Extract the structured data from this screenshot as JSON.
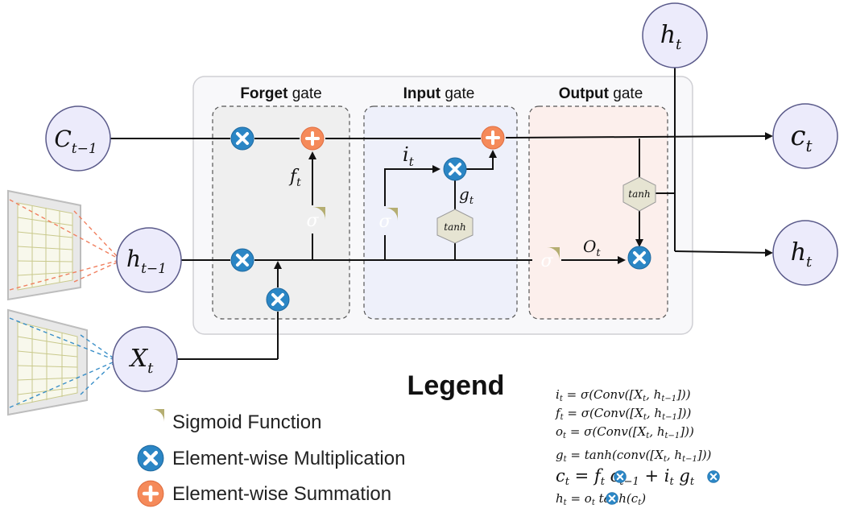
{
  "nodes": {
    "c_prev": "C",
    "c_prev_sub": "t−1",
    "h_prev": "h",
    "h_prev_sub": "t−1",
    "x_t": "X",
    "x_t_sub": "t",
    "c_t": "c",
    "c_t_sub": "t",
    "h_t_out": "h",
    "h_t_out_sub": "t",
    "h_t_top": "h",
    "h_t_top_sub": "t"
  },
  "gates": {
    "forget": {
      "bold": "Forget",
      "rest": " gate"
    },
    "input": {
      "bold": "Input",
      "rest": " gate"
    },
    "output": {
      "bold": "Output",
      "rest": " gate"
    }
  },
  "labels": {
    "f": "f",
    "f_sub": "t",
    "i": "i",
    "i_sub": "t",
    "g": "g",
    "g_sub": "t",
    "o": "O",
    "o_sub": "t",
    "sigma": "σ",
    "tanh": "tanh"
  },
  "legend": {
    "title": "Legend",
    "sigmoid": "Sigmoid Function",
    "mult": "Element-wise Multiplication",
    "sum": "Element-wise Summation"
  },
  "equations": [
    "i_t = σ(Conv([X_t, h_{t−1}]))",
    "f_t = σ(Conv([X_t, h_{t−1}]))",
    "o_t = σ(Conv([X_t, h_{t−1}]))",
    "g_t = tanh(conv([X_t, h_{t−1}]))",
    "c_t = f_t ⊗ c_{t−1} + i_t ⊗ g_t",
    "h_t = o_t ⊗ tanh(c_t)"
  ],
  "colors": {
    "node_fill": "#ecebfb",
    "node_stroke": "#5a5a8a",
    "mult": "#2b86c5",
    "sum": "#f58a5a",
    "sigmoid": "#b5ae72",
    "tanh_fill": "#e6e4d2",
    "forget_bg": "#efefef",
    "input_bg": "#eef0fa",
    "output_bg": "#fcefec"
  }
}
